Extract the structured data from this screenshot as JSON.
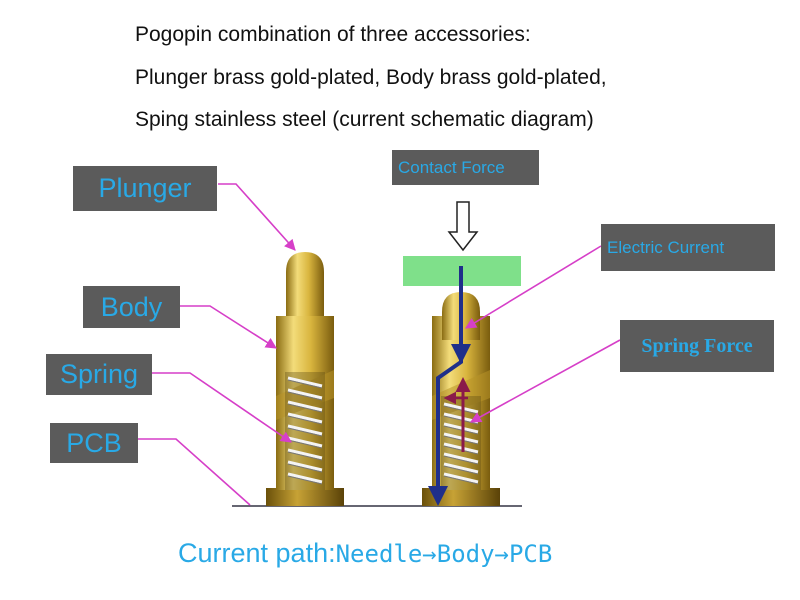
{
  "header": {
    "line1": "Pogopin combination of three accessories:",
    "line2": "Plunger brass gold-plated, Body brass gold-plated,",
    "line3": "Sping stainless steel (current schematic diagram)"
  },
  "labels": {
    "plunger": "Plunger",
    "body": "Body",
    "spring": "Spring",
    "pcb": "PCB",
    "contact_force": "Contact Force",
    "electric_current": "Electric Current",
    "spring_force": "Spring Force"
  },
  "footer": {
    "prefix": "Current path:",
    "path": "Needle→Body→PCB"
  },
  "colors": {
    "label_bg": "#5b5b5b",
    "label_text": "#29a9e6",
    "leader_line": "#d63fc8",
    "gold": "#e0c050",
    "contact_plate": "#7fe08a",
    "current_arrow": "#1f2f8a",
    "force_arrow": "#8a1a4a"
  }
}
